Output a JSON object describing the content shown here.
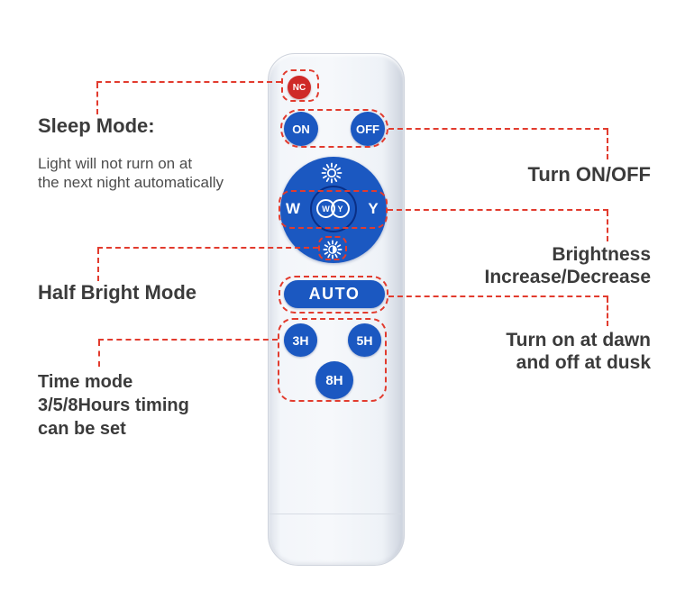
{
  "remote": {
    "nc_label": "NC",
    "on_label": "ON",
    "off_label": "OFF",
    "w_label": "W",
    "y_label": "Y",
    "wy_w_label": "W",
    "wy_y_label": "Y",
    "auto_label": "AUTO",
    "t3_label": "3H",
    "t5_label": "5H",
    "t8_label": "8H"
  },
  "annotations": {
    "sleep": {
      "title": "Sleep Mode:",
      "line1": "Light will not rurn on at",
      "line2": "the next night automatically"
    },
    "half_bright": {
      "title": "Half Bright Mode"
    },
    "time": {
      "line1": "Time mode",
      "line2": "3/5/8Hours timing",
      "line3": "can be set"
    },
    "turn_onoff": {
      "line1": "Turn ON/OFF"
    },
    "brightness": {
      "line1": "Brightness",
      "line2": "Increase/Decrease"
    },
    "dawn_dusk": {
      "line1": "Turn on at dawn",
      "line2": "and off at dusk"
    }
  },
  "colors": {
    "button_blue": "#1b58c1",
    "inner_ring_navy": "#0a2f86",
    "nc_red": "#cf2a28",
    "dash_red": "#e23b2e",
    "annotation_text": "#3b3b3b",
    "remote_body": "#f3f6fa"
  }
}
